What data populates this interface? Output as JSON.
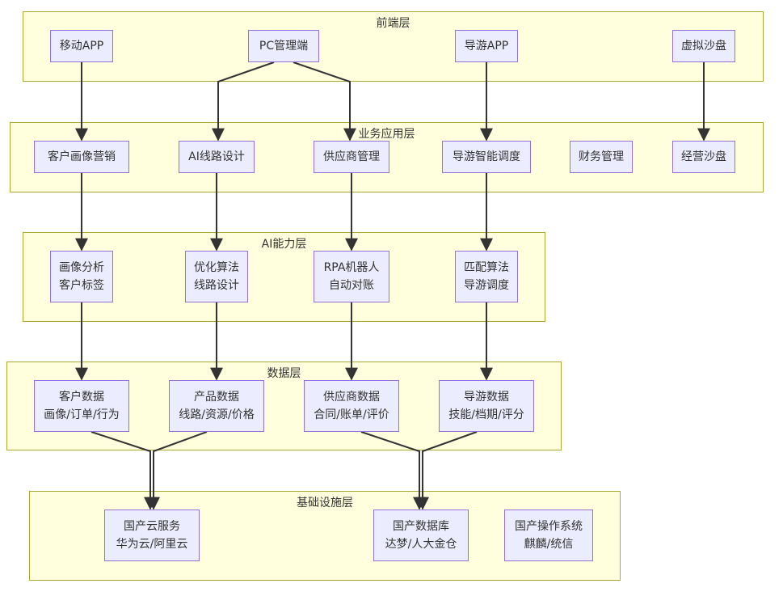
{
  "layers": {
    "frontend": "前端层",
    "business": "业务应用层",
    "ai": "AI能力层",
    "data": "数据层",
    "infra": "基础设施层"
  },
  "nodes": {
    "mobile_app": [
      "移动APP"
    ],
    "pc_admin": [
      "PC管理端"
    ],
    "guide_app": [
      "导游APP"
    ],
    "virtual_sandbox": [
      "虚拟沙盘"
    ],
    "customer_marketing": [
      "客户画像营销"
    ],
    "ai_route_design": [
      "AI线路设计"
    ],
    "supplier_mgmt": [
      "供应商管理"
    ],
    "guide_dispatch": [
      "导游智能调度"
    ],
    "finance_mgmt": [
      "财务管理"
    ],
    "business_sandbox": [
      "经营沙盘"
    ],
    "portrait_analysis": [
      "画像分析",
      "客户标签"
    ],
    "optimize_algo": [
      "优化算法",
      "线路设计"
    ],
    "rpa_robot": [
      "RPA机器人",
      "自动对账"
    ],
    "match_algo": [
      "匹配算法",
      "导游调度"
    ],
    "customer_data": [
      "客户数据",
      "画像/订单/行为"
    ],
    "product_data": [
      "产品数据",
      "线路/资源/价格"
    ],
    "supplier_data": [
      "供应商数据",
      "合同/账单/评价"
    ],
    "guide_data": [
      "导游数据",
      "技能/档期/评分"
    ],
    "domestic_cloud": [
      "国产云服务",
      "华为云/阿里云"
    ],
    "domestic_db": [
      "国产数据库",
      "达梦/人大金仓"
    ],
    "domestic_os": [
      "国产操作系统",
      "麒麟/统信"
    ]
  },
  "edges": [
    [
      "mobile_app",
      "customer_marketing"
    ],
    [
      "pc_admin",
      "ai_route_design"
    ],
    [
      "pc_admin",
      "supplier_mgmt"
    ],
    [
      "guide_app",
      "guide_dispatch"
    ],
    [
      "virtual_sandbox",
      "business_sandbox"
    ],
    [
      "customer_marketing",
      "portrait_analysis"
    ],
    [
      "ai_route_design",
      "optimize_algo"
    ],
    [
      "supplier_mgmt",
      "rpa_robot"
    ],
    [
      "guide_dispatch",
      "match_algo"
    ],
    [
      "portrait_analysis",
      "customer_data"
    ],
    [
      "optimize_algo",
      "product_data"
    ],
    [
      "rpa_robot",
      "supplier_data"
    ],
    [
      "match_algo",
      "guide_data"
    ],
    [
      "customer_data",
      "domestic_cloud"
    ],
    [
      "product_data",
      "domestic_cloud"
    ],
    [
      "supplier_data",
      "domestic_db"
    ],
    [
      "guide_data",
      "domestic_db"
    ]
  ],
  "colors": {
    "layer_fill": "#ffffde",
    "layer_border": "#aaaa33",
    "node_fill": "#ececff",
    "node_border": "#9370db",
    "edge": "#333333"
  }
}
